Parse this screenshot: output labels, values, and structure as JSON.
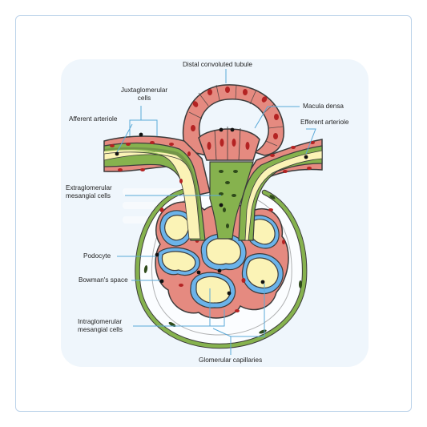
{
  "diagram": {
    "labels": {
      "distal_tubule": "Distal convoluted tubule",
      "juxtaglomerular": "Juxtaglomerular cells",
      "macula_densa": "Macula densa",
      "afferent": "Afferent arteriole",
      "efferent": "Efferent arteriole",
      "extraglomerular": "Extraglomerular mesangial cells",
      "podocyte": "Podocyte",
      "bowmans_space": "Bowman's space",
      "intraglomerular": "Intraglomerular mesangial cells",
      "capillaries": "Glomerular capillaries"
    },
    "colors": {
      "cell_pink": "#e58a80",
      "nucleus": "#b42323",
      "arteriole_green": "#86b24e",
      "lumen_yellow": "#fbf3b6",
      "capillary_blue": "#6bb3ea",
      "outline": "#3b3b3b",
      "leader_line": "#5aa9d8"
    }
  }
}
